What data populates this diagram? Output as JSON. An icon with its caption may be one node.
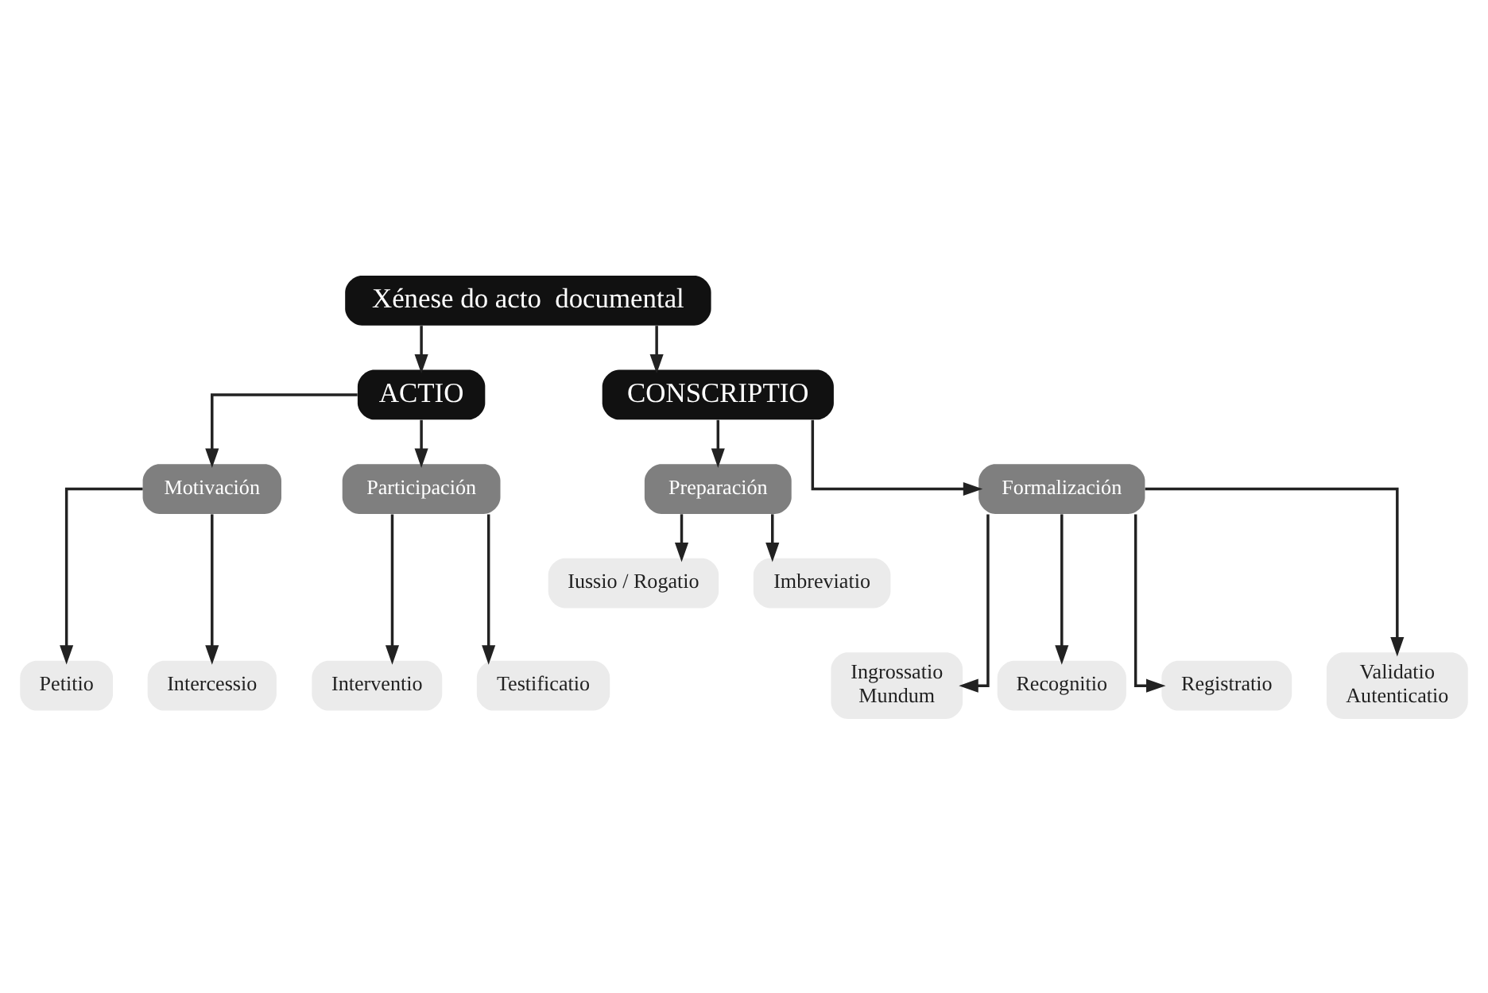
{
  "diagram": {
    "nodes": [
      {
        "text": [
          "Xénese do acto  documental"
        ]
      },
      {
        "text": [
          "ACTIO"
        ]
      },
      {
        "text": [
          "CONSCRIPTIO"
        ]
      },
      {
        "text": [
          "Motivación"
        ]
      },
      {
        "text": [
          "Participación"
        ]
      },
      {
        "text": [
          "Preparación"
        ]
      },
      {
        "text": [
          "Formalización"
        ]
      },
      {
        "text": [
          "Petitio"
        ]
      },
      {
        "text": [
          "Intercessio"
        ]
      },
      {
        "text": [
          "Interventio"
        ]
      },
      {
        "text": [
          "Testificatio"
        ]
      },
      {
        "text": [
          "Iussio / Rogatio"
        ]
      },
      {
        "text": [
          "Imbreviatio"
        ]
      },
      {
        "text": [
          "Ingrossatio Mundum"
        ]
      },
      {
        "text": [
          "Recognitio"
        ]
      },
      {
        "text": [
          "Registratio"
        ]
      },
      {
        "text": [
          "Validatio Autenticatio"
        ]
      }
    ],
    "edges": [
      {
        "from": 0,
        "to": 1,
        "arrow": "to"
      },
      {
        "from": 0,
        "to": 2,
        "arrow": "to"
      },
      {
        "from": 1,
        "to": 3,
        "arrow": "to"
      },
      {
        "from": 1,
        "to": 4,
        "arrow": "to"
      },
      {
        "from": 2,
        "to": 5,
        "arrow": "to"
      },
      {
        "from": 2,
        "to": 6,
        "arrow": "to"
      },
      {
        "from": 3,
        "to": 7,
        "arrow": "to"
      },
      {
        "from": 3,
        "to": 8,
        "arrow": "to"
      },
      {
        "from": 4,
        "to": 9,
        "arrow": "to"
      },
      {
        "from": 4,
        "to": 10,
        "arrow": "to"
      },
      {
        "from": 5,
        "to": 11,
        "arrow": "to"
      },
      {
        "from": 5,
        "to": 12,
        "arrow": "to"
      },
      {
        "from": 6,
        "to": 13,
        "arrow": "to"
      },
      {
        "from": 6,
        "to": 14,
        "arrow": "to"
      },
      {
        "from": 6,
        "to": 15,
        "arrow": "to"
      },
      {
        "from": 6,
        "to": 16,
        "arrow": "to"
      }
    ]
  }
}
